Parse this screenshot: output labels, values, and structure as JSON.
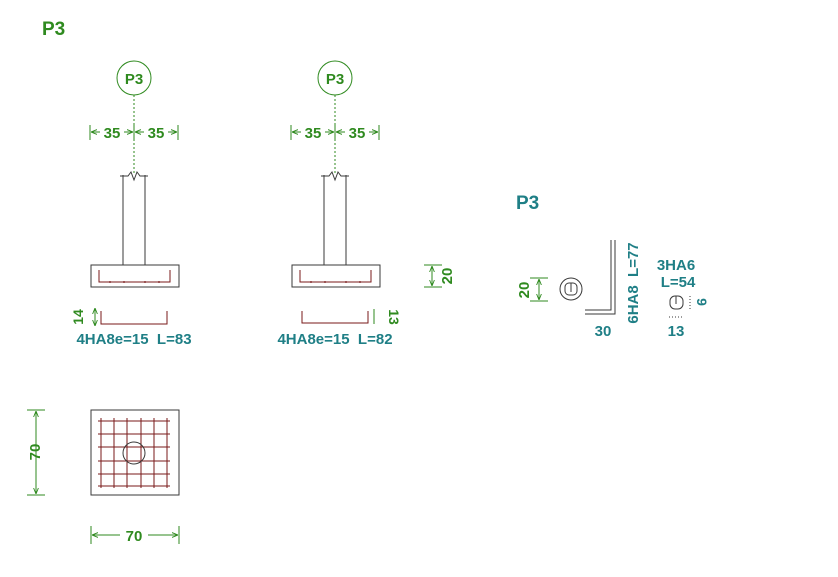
{
  "sheet_title": "P3",
  "colors": {
    "green": "#2f8a1f",
    "teal": "#1f7f86",
    "rebar": "#7a1a1a",
    "line": "#3a3a3a"
  },
  "elevation_left": {
    "marker": "P3",
    "dim_left": "35",
    "dim_right": "35",
    "cover_dim": "14",
    "bar_label": "4HA8e=15  L=83"
  },
  "elevation_right": {
    "marker": "P3",
    "dim_left": "35",
    "dim_right": "35",
    "height_dim": "20",
    "cover_dim": "13",
    "bar_label": "4HA8e=15  L=82"
  },
  "plan": {
    "width_dim": "70",
    "height_dim": "70"
  },
  "schedule": {
    "title": "P3",
    "height_dim": "20",
    "bar_length_dim": "30",
    "vert_bar_label": "6HA8  L=77",
    "stirrup_label": "3HA6",
    "stirrup_length": "L=54",
    "stirrup_w": "13",
    "stirrup_h": "9"
  }
}
